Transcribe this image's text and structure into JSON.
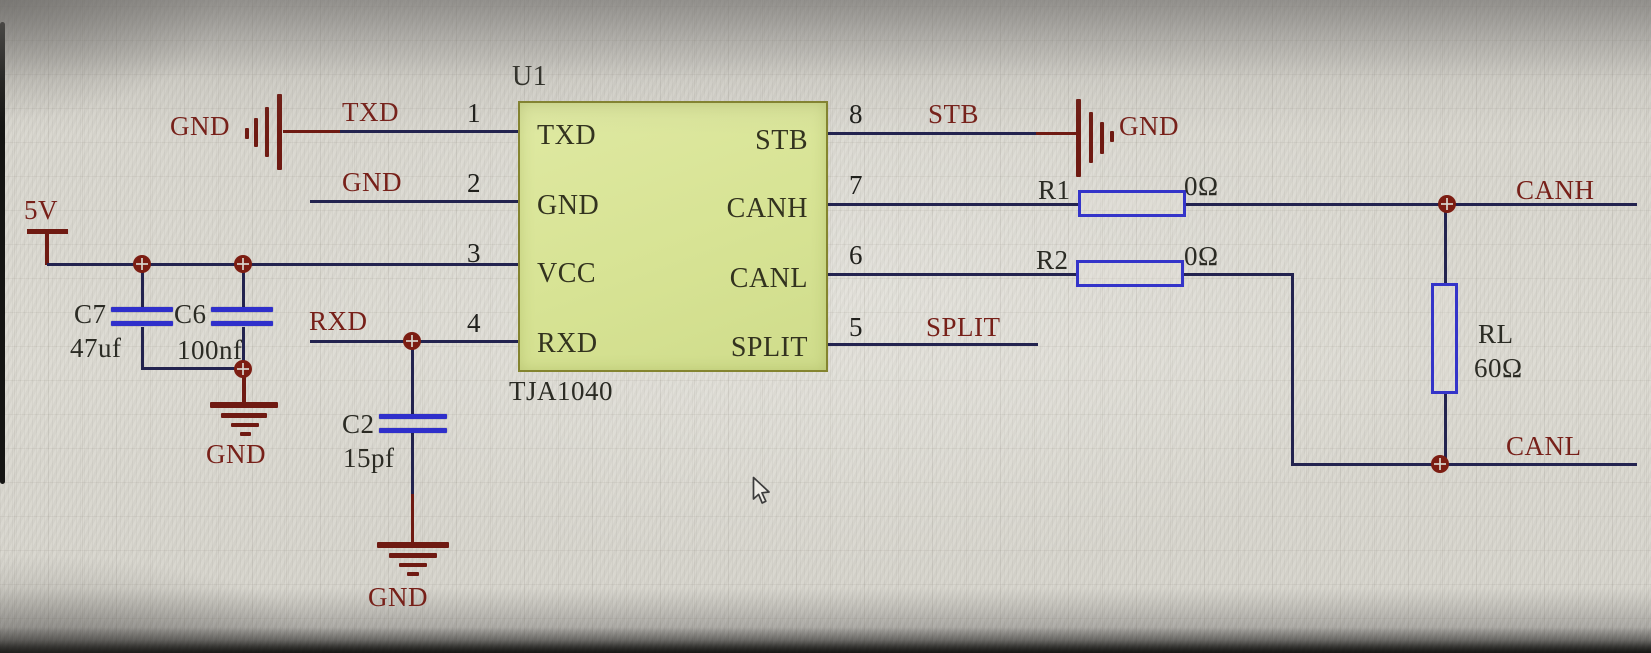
{
  "ic": {
    "designator": "U1",
    "part": "TJA1040",
    "pins_left": [
      {
        "num": "1",
        "name": "TXD"
      },
      {
        "num": "2",
        "name": "GND"
      },
      {
        "num": "3",
        "name": "VCC"
      },
      {
        "num": "4",
        "name": "RXD"
      }
    ],
    "pins_right": [
      {
        "num": "8",
        "name": "STB"
      },
      {
        "num": "7",
        "name": "CANH"
      },
      {
        "num": "6",
        "name": "CANL"
      },
      {
        "num": "5",
        "name": "SPLIT"
      }
    ]
  },
  "nets": {
    "v5": "5V",
    "txd": "TXD",
    "gnd": "GND",
    "rxd": "RXD",
    "stb": "STB",
    "split": "SPLIT",
    "canh": "CANH",
    "canl": "CANL"
  },
  "components": {
    "c7": {
      "ref": "C7",
      "value": "47uf"
    },
    "c6": {
      "ref": "C6",
      "value": "100nf"
    },
    "c2": {
      "ref": "C2",
      "value": "15pf"
    },
    "r1": {
      "ref": "R1",
      "value": "0Ω"
    },
    "r2": {
      "ref": "R2",
      "value": "0Ω"
    },
    "rl": {
      "ref": "RL",
      "value": "60Ω"
    }
  },
  "colors": {
    "background": "#d9d7cf",
    "wire": "#23234f",
    "net_text": "#772019",
    "ground_symbol": "#6f1a12",
    "component_text": "#2b2b24",
    "capacitor_plate": "#2f2fcb",
    "resistor_outline": "#3434c9",
    "ic_fill": "#d7e394",
    "ic_border": "#84842f",
    "junction": "#7c1d12"
  }
}
